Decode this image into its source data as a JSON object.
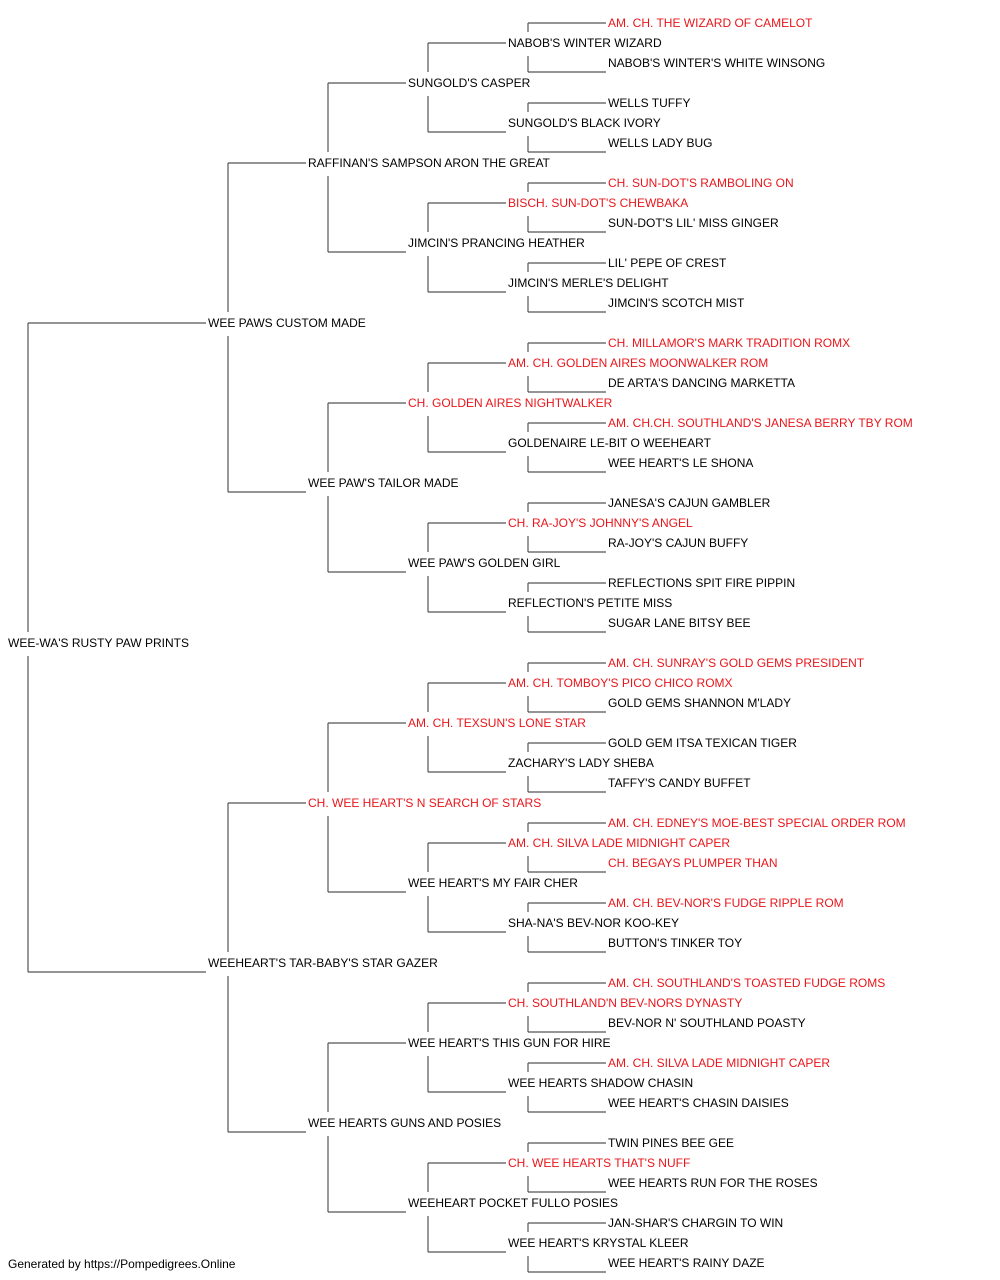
{
  "colors": {
    "titled": "#e8161b",
    "normal": "#000000",
    "connector": "#555555"
  },
  "pedigree": {
    "name": "WEE-WA'S RUSTY PAW PRINTS",
    "titled": false,
    "sire": {
      "name": "WEE PAWS CUSTOM MADE",
      "titled": false,
      "sire": {
        "name": "RAFFINAN'S SAMPSON ARON THE GREAT",
        "titled": false,
        "sire": {
          "name": "SUNGOLD'S CASPER",
          "titled": false,
          "sire": {
            "name": "NABOB'S WINTER WIZARD",
            "titled": false,
            "sire": {
              "name": "AM. CH. THE WIZARD OF CAMELOT",
              "titled": true
            },
            "dam": {
              "name": "NABOB'S WINTER'S WHITE WINSONG",
              "titled": false
            }
          },
          "dam": {
            "name": "SUNGOLD'S BLACK IVORY",
            "titled": false,
            "sire": {
              "name": "WELLS TUFFY",
              "titled": false
            },
            "dam": {
              "name": "WELLS LADY BUG",
              "titled": false
            }
          }
        },
        "dam": {
          "name": "JIMCIN'S PRANCING HEATHER",
          "titled": false,
          "sire": {
            "name": "BISCH. SUN-DOT'S CHEWBAKA",
            "titled": true,
            "sire": {
              "name": "CH. SUN-DOT'S RAMBOLING ON",
              "titled": true
            },
            "dam": {
              "name": "SUN-DOT'S LIL' MISS GINGER",
              "titled": false
            }
          },
          "dam": {
            "name": "JIMCIN'S MERLE'S DELIGHT",
            "titled": false,
            "sire": {
              "name": "LIL' PEPE OF CREST",
              "titled": false
            },
            "dam": {
              "name": "JIMCIN'S SCOTCH MIST",
              "titled": false
            }
          }
        }
      },
      "dam": {
        "name": "WEE PAW'S TAILOR MADE",
        "titled": false,
        "sire": {
          "name": "CH. GOLDEN AIRES NIGHTWALKER",
          "titled": true,
          "sire": {
            "name": "AM. CH. GOLDEN AIRES MOONWALKER ROM",
            "titled": true,
            "sire": {
              "name": "CH. MILLAMOR'S MARK TRADITION ROMX",
              "titled": true
            },
            "dam": {
              "name": "DE ARTA'S DANCING MARKETTA",
              "titled": false
            }
          },
          "dam": {
            "name": "GOLDENAIRE LE-BIT O WEEHEART",
            "titled": false,
            "sire": {
              "name": "AM. CH.CH. SOUTHLAND'S JANESA BERRY TBY ROM",
              "titled": true
            },
            "dam": {
              "name": "WEE HEART'S LE SHONA",
              "titled": false
            }
          }
        },
        "dam": {
          "name": "WEE PAW'S GOLDEN GIRL",
          "titled": false,
          "sire": {
            "name": "CH. RA-JOY'S JOHNNY'S ANGEL",
            "titled": true,
            "sire": {
              "name": "JANESA'S CAJUN GAMBLER",
              "titled": false
            },
            "dam": {
              "name": "RA-JOY'S CAJUN BUFFY",
              "titled": false
            }
          },
          "dam": {
            "name": "REFLECTION'S PETITE MISS",
            "titled": false,
            "sire": {
              "name": "REFLECTIONS SPIT FIRE PIPPIN",
              "titled": false
            },
            "dam": {
              "name": "SUGAR LANE BITSY BEE",
              "titled": false
            }
          }
        }
      }
    },
    "dam": {
      "name": "WEEHEART'S TAR-BABY'S STAR GAZER",
      "titled": false,
      "sire": {
        "name": "CH. WEE HEART'S N SEARCH OF STARS",
        "titled": true,
        "sire": {
          "name": "AM. CH. TEXSUN'S LONE STAR",
          "titled": true,
          "sire": {
            "name": "AM. CH. TOMBOY'S PICO CHICO ROMX",
            "titled": true,
            "sire": {
              "name": "AM. CH. SUNRAY'S GOLD GEMS PRESIDENT",
              "titled": true
            },
            "dam": {
              "name": "GOLD GEMS SHANNON M'LADY",
              "titled": false
            }
          },
          "dam": {
            "name": "ZACHARY'S LADY SHEBA",
            "titled": false,
            "sire": {
              "name": "GOLD GEM ITSA TEXICAN TIGER",
              "titled": false
            },
            "dam": {
              "name": "TAFFY'S CANDY BUFFET",
              "titled": false
            }
          }
        },
        "dam": {
          "name": "WEE HEART'S MY FAIR CHER",
          "titled": false,
          "sire": {
            "name": "AM. CH. SILVA LADE MIDNIGHT CAPER",
            "titled": true,
            "sire": {
              "name": "AM. CH. EDNEY'S MOE-BEST SPECIAL ORDER ROM",
              "titled": true
            },
            "dam": {
              "name": "CH. BEGAYS PLUMPER THAN",
              "titled": true
            }
          },
          "dam": {
            "name": "SHA-NA'S BEV-NOR KOO-KEY",
            "titled": false,
            "sire": {
              "name": "AM. CH. BEV-NOR'S FUDGE RIPPLE ROM",
              "titled": true
            },
            "dam": {
              "name": "BUTTON'S TINKER TOY",
              "titled": false
            }
          }
        }
      },
      "dam": {
        "name": "WEE HEARTS GUNS AND POSIES",
        "titled": false,
        "sire": {
          "name": "WEE HEART'S THIS GUN FOR HIRE",
          "titled": false,
          "sire": {
            "name": "CH. SOUTHLAND'N BEV-NORS DYNASTY",
            "titled": true,
            "sire": {
              "name": "AM. CH. SOUTHLAND'S TOASTED FUDGE ROMS",
              "titled": true
            },
            "dam": {
              "name": "BEV-NOR N' SOUTHLAND POASTY",
              "titled": false
            }
          },
          "dam": {
            "name": "WEE HEARTS SHADOW CHASIN",
            "titled": false,
            "sire": {
              "name": "AM. CH. SILVA LADE MIDNIGHT CAPER",
              "titled": true
            },
            "dam": {
              "name": "WEE HEART'S CHASIN DAISIES",
              "titled": false
            }
          }
        },
        "dam": {
          "name": "WEEHEART POCKET FULLO POSIES",
          "titled": false,
          "sire": {
            "name": "CH. WEE HEARTS THAT'S NUFF",
            "titled": true,
            "sire": {
              "name": "TWIN PINES BEE GEE",
              "titled": false
            },
            "dam": {
              "name": "WEE HEARTS RUN FOR THE ROSES",
              "titled": false
            }
          },
          "dam": {
            "name": "WEE HEART'S KRYSTAL KLEER",
            "titled": false,
            "sire": {
              "name": "JAN-SHAR'S CHARGIN TO WIN",
              "titled": false
            },
            "dam": {
              "name": "WEE HEART'S RAINY DAZE",
              "titled": false
            }
          }
        }
      }
    }
  },
  "footer": {
    "text": "Generated by https://Pompedigrees.Online"
  }
}
